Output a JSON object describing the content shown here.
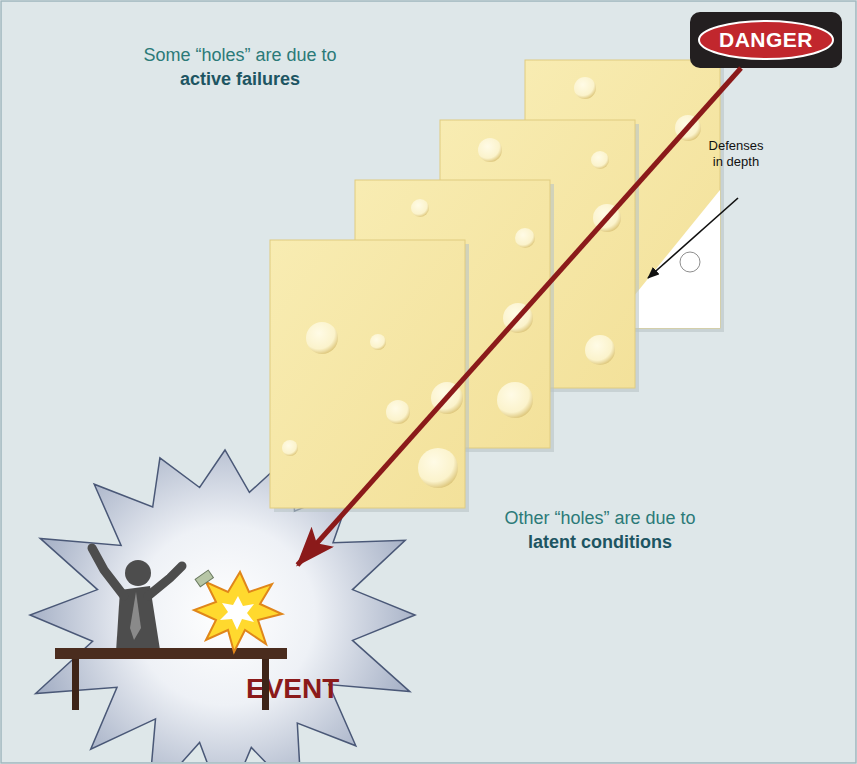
{
  "diagram": {
    "nodes": [
      {
        "text": [
          "DANGER"
        ]
      },
      {
        "text": [
          "EVENT"
        ]
      }
    ],
    "edges": [
      {
        "from": 0,
        "to": 1,
        "arrow": "to"
      }
    ],
    "labels": [
      "Some “holes” are due to",
      "active failures",
      "Defenses in depth",
      "Other “holes” are due to",
      "latent conditions"
    ]
  }
}
